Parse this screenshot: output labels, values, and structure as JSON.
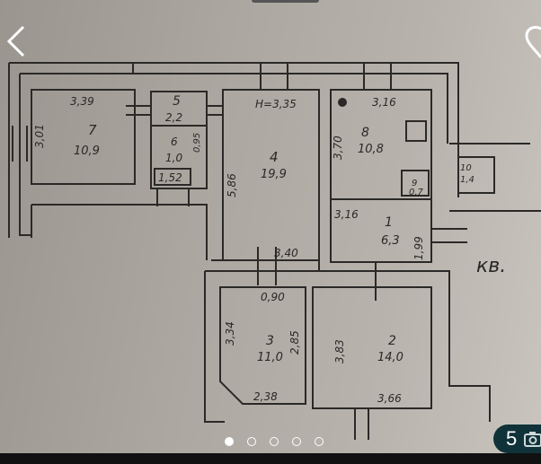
{
  "gallery": {
    "photo_count": "5",
    "dots": 5,
    "active_dot": 0
  },
  "plan": {
    "room7": {
      "num": "7",
      "area": "10,9",
      "w": "3,39",
      "h": "3,01"
    },
    "room5": {
      "num": "5",
      "area": "2,2"
    },
    "room6": {
      "num": "6",
      "area": "1,0",
      "d1": "0,95",
      "d2": "1,52"
    },
    "room4": {
      "num": "4",
      "area": "19,9",
      "height": "H=3,35",
      "h": "5,86",
      "w": "3,40"
    },
    "room8": {
      "num": "8",
      "area": "10,8",
      "w": "3,16",
      "h": "3,70"
    },
    "room1": {
      "num": "1",
      "area": "6,3",
      "w": "3,16",
      "h": "1,99"
    },
    "room3": {
      "num": "3",
      "area": "11,0",
      "door": "0,90",
      "h": "3,34",
      "h2": "2,85",
      "w": "2,38"
    },
    "room2": {
      "num": "2",
      "area": "14,0",
      "h": "3,83",
      "w": "3,66"
    },
    "room9": {
      "num": "9",
      "area": "0,7"
    },
    "room10": {
      "num": "10",
      "area": "1,4"
    },
    "apt_label": "кв."
  }
}
